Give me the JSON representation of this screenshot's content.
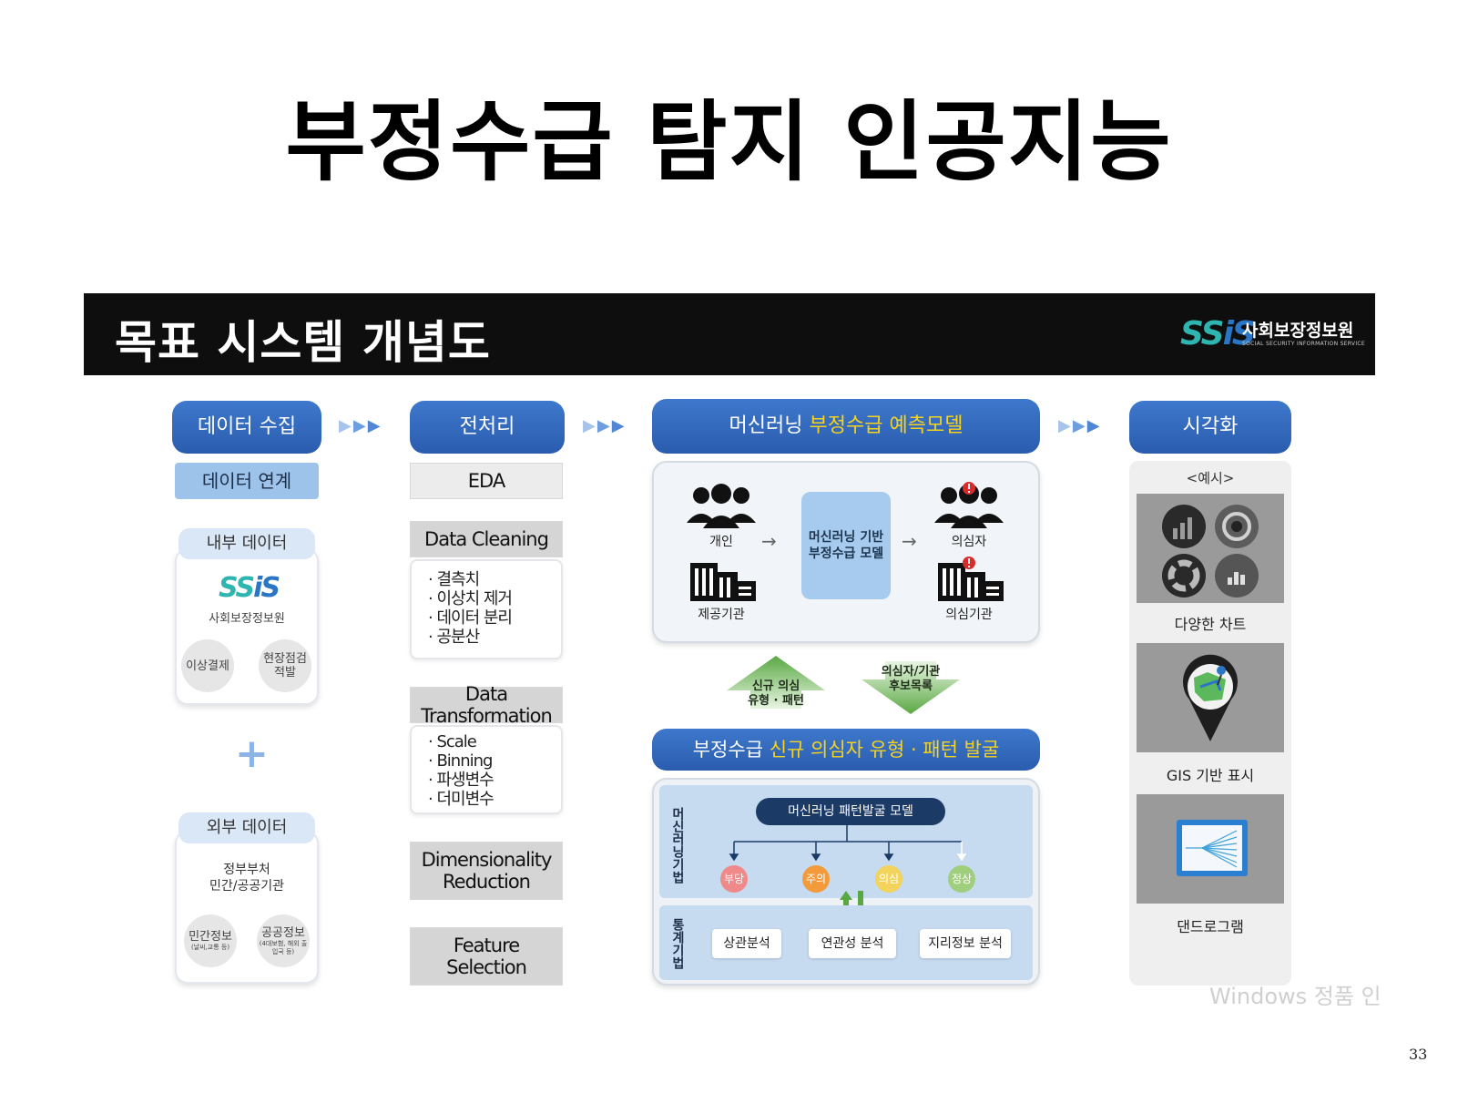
{
  "title": "부정수급 탐지 인공지능",
  "banner": {
    "title": "목표 시스템 개념도",
    "logo_mark": "SSiS",
    "logo_name": "사회보장정보원",
    "logo_sub": "SOCIAL SECURITY INFORMATION SERVICE"
  },
  "phases": {
    "collect": "데이터 수집",
    "preprocess": "전처리",
    "ml_prefix": "머신러닝 ",
    "ml_highlight": "부정수급 예측모델",
    "visualize": "시각화"
  },
  "flow_arrows": "▶▶▶",
  "collect": {
    "link_label": "데이터 연계",
    "internal": {
      "tab": "내부 데이터",
      "logo_mark": "SSiS",
      "logo_name": "사회보장정보원",
      "c1": "이상결제",
      "c2a": "현장점검",
      "c2b": "적발"
    },
    "plus": "+",
    "external": {
      "tab": "외부 데이터",
      "line1": "정부부처",
      "line2": "민간/공공기관",
      "c1": "민간정보",
      "c1_sub": "(날씨,교통 등)",
      "c2": "공공정보",
      "c2_sub": "(4대보험, 해외 출입국 등)"
    }
  },
  "preprocess": {
    "eda": "EDA",
    "cleaning": "Data Cleaning",
    "cleaning_items": [
      "· 결측치",
      "· 이상치 제거",
      "· 데이터 분리",
      "· 공분산"
    ],
    "transformation": "Data Transformation",
    "transformation_items": [
      "· Scale",
      "· Binning",
      "· 파생변수",
      "· 더미변수"
    ],
    "dimred_1": "Dimensionality",
    "dimred_2": "Reduction",
    "feature_1": "Feature",
    "feature_2": "Selection"
  },
  "model": {
    "individual": "개인",
    "provider": "제공기관",
    "center_line1": "머신러닝 기반",
    "center_line2": "부정수급 모델",
    "suspect": "의심자",
    "suspect_org": "의심기관",
    "up_label_1": "신규 의심",
    "up_label_2": "유형 · 패턴",
    "down_label_1": "의심자/기관",
    "down_label_2": "후보목록",
    "pattern_prefix": "부정수급 ",
    "pattern_highlight": "신규 의심자 유형 · 패턴 발굴",
    "ml_side": "머신러닝기법",
    "stat_side": "통계기법",
    "pattern_model": "머신러닝 패턴발굴 모델",
    "levels": [
      "부당",
      "주의",
      "의심",
      "정상"
    ],
    "level_colors": [
      "#f08a8a",
      "#f39a3a",
      "#f2d35c",
      "#9fcf7d"
    ],
    "analyses": [
      "상관분석",
      "연관성 분석",
      "지리정보 분석"
    ]
  },
  "visualize": {
    "example": "<예시>",
    "chart_caption": "다양한 차트",
    "gis_caption": "GIS 기반 표시",
    "dendro_caption": "댄드로그램"
  },
  "watermark": "Windows 정품 인",
  "page_number": "33"
}
